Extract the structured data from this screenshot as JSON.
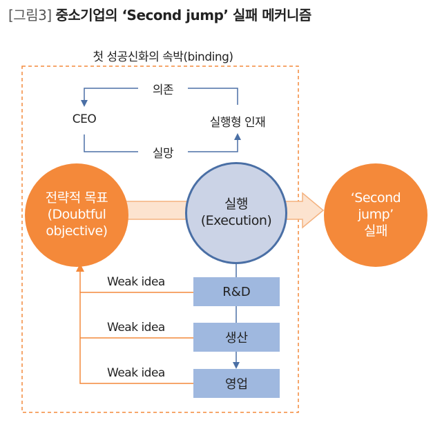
{
  "title": {
    "figure_label": "[그림3]",
    "text": "중소기업의 ‘Second jump’ 실패 메커니즘"
  },
  "binding_label": "첫 성공신화의 속박(binding)",
  "loop": {
    "top_label": "의존",
    "bottom_label": "실망",
    "left_node": "CEO",
    "right_node": "실행형 인재"
  },
  "goal_circle": {
    "line1": "전략적 목표",
    "line2": "(Doubtful",
    "line3": "objective)"
  },
  "execution_circle": {
    "line1": "실행",
    "line2": "(Execution)"
  },
  "result_circle": {
    "line1": "‘Second",
    "line2": "jump’",
    "line3": "실패"
  },
  "departments": [
    "R&D",
    "생산",
    "영업"
  ],
  "feedback_labels": [
    "Weak idea",
    "Weak idea",
    "Weak idea"
  ],
  "colors": {
    "orange": "#f4893a",
    "blue_line": "#4a6fa5",
    "box_fill": "#9fb8df",
    "circle_fill": "#cbd3e6"
  }
}
